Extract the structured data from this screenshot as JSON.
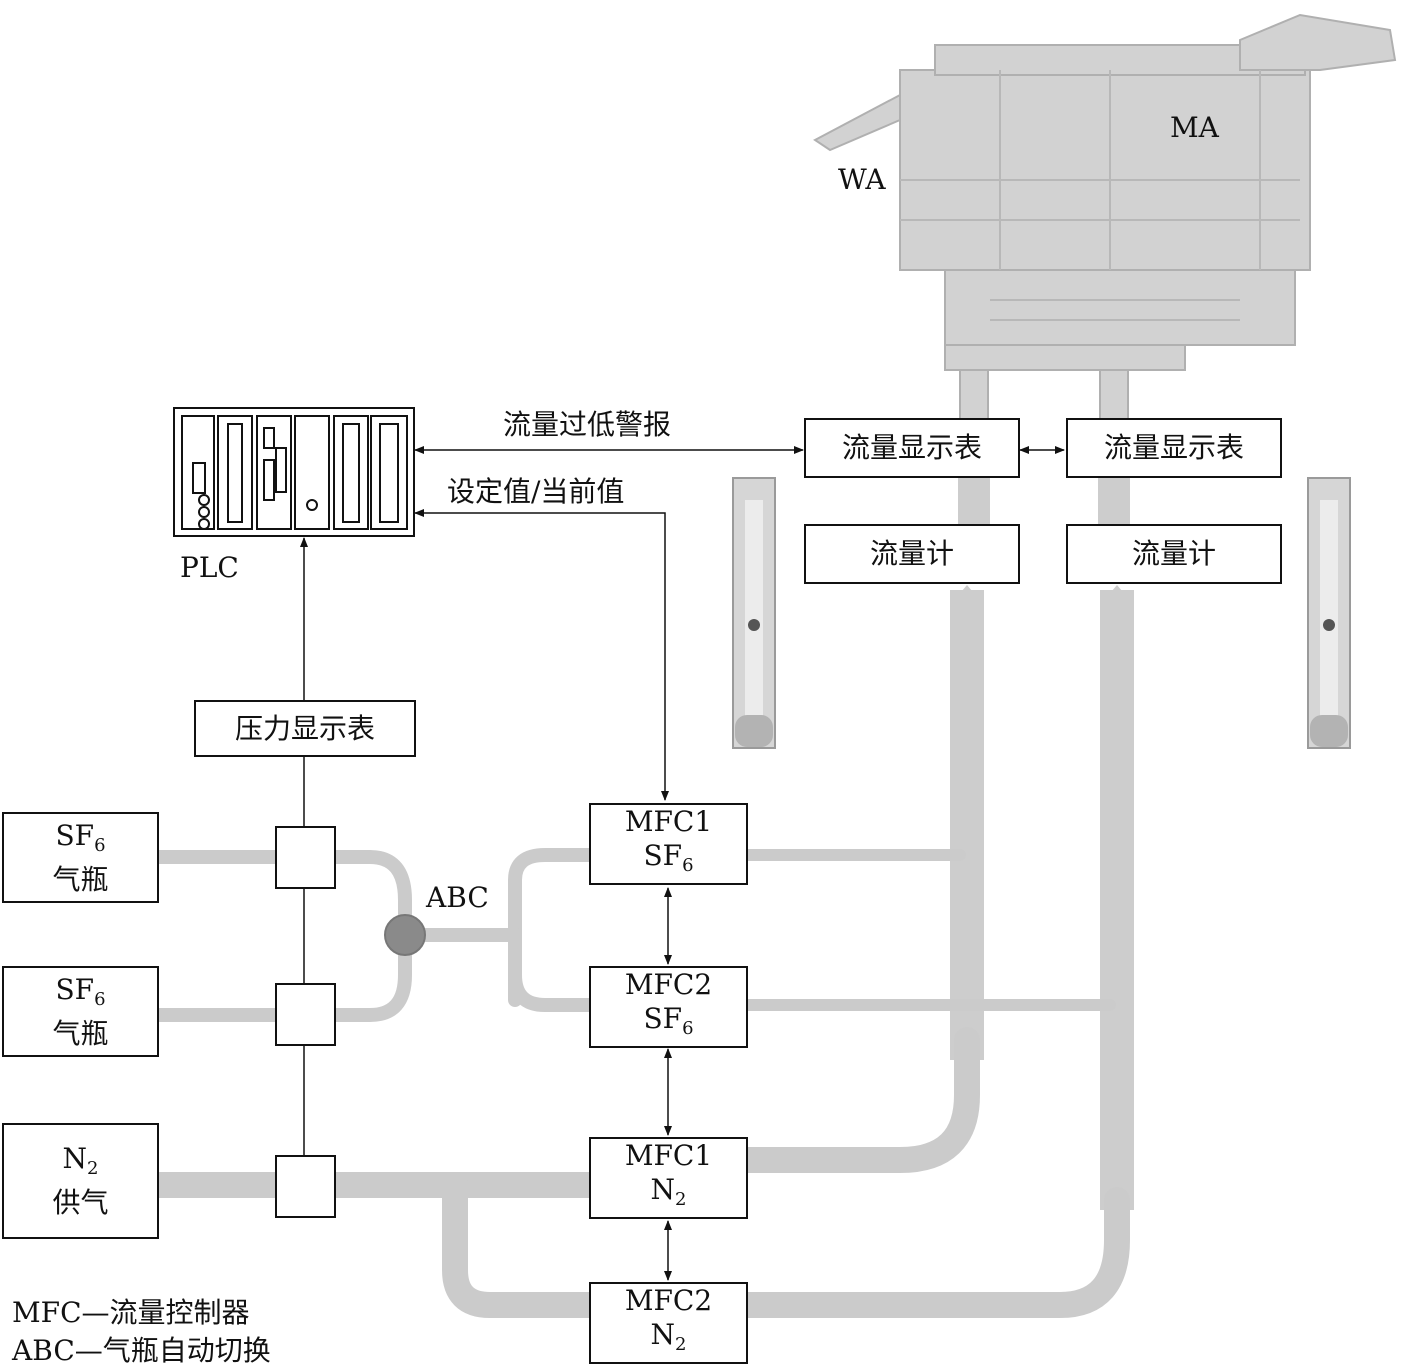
{
  "colors": {
    "pipe": "#c9c9c9",
    "pipe_dark": "#a8a8a8",
    "line": "#111111",
    "abc_node": "#8a8a8a",
    "platform": "#cfcfcf"
  },
  "plc": {
    "label": "PLC"
  },
  "signals": {
    "alarm": "流量过低警报",
    "setpoint": "设定值/当前值"
  },
  "display_meters": [
    "流量显示表",
    "流量显示表"
  ],
  "flow_meters": [
    "流量计",
    "流量计"
  ],
  "pressure_display": "压力显示表",
  "cylinders": [
    {
      "gas": "SF",
      "sub": "6",
      "name": "气瓶"
    },
    {
      "gas": "SF",
      "sub": "6",
      "name": "气瓶"
    },
    {
      "gas": "N",
      "sub": "2",
      "name": "供气"
    }
  ],
  "abc_label": "ABC",
  "mfcs": [
    {
      "name": "MFC1",
      "gas": "SF",
      "sub": "6"
    },
    {
      "name": "MFC2",
      "gas": "SF",
      "sub": "6"
    },
    {
      "name": "MFC1",
      "gas": "N",
      "sub": "2"
    },
    {
      "name": "MFC2",
      "gas": "N",
      "sub": "2"
    }
  ],
  "platform_labels": {
    "wa": "WA",
    "ma": "MA"
  },
  "legend": [
    "MFC—流量控制器",
    "ABC—气瓶自动切换"
  ]
}
